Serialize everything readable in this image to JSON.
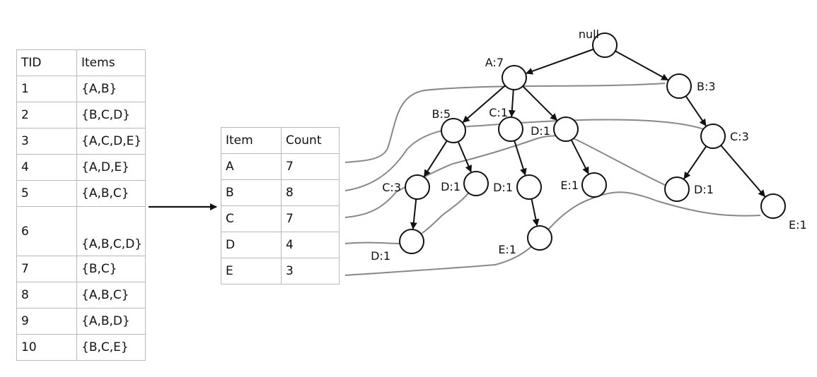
{
  "transactions": {
    "headers": [
      "TID",
      "Items"
    ],
    "rows": [
      [
        "1",
        "{A,B}"
      ],
      [
        "2",
        "{B,C,D}"
      ],
      [
        "3",
        "{A,C,D,E}"
      ],
      [
        "4",
        "{A,D,E}"
      ],
      [
        "5",
        "{A,B,C}"
      ],
      [
        "6",
        "{A,B,C,D}"
      ],
      [
        "7",
        "{B,C}"
      ],
      [
        "8",
        "{A,B,C}"
      ],
      [
        "9",
        "{A,B,D}"
      ],
      [
        "10",
        "{B,C,E}"
      ]
    ]
  },
  "item_counts": {
    "headers": [
      "Item",
      "Count"
    ],
    "rows": [
      [
        "A",
        "7"
      ],
      [
        "B",
        "8"
      ],
      [
        "C",
        "7"
      ],
      [
        "D",
        "4"
      ],
      [
        "E",
        "3"
      ]
    ]
  },
  "fp_tree": {
    "nodes": [
      {
        "id": "root",
        "label": "null"
      },
      {
        "id": "a",
        "label": "A:7"
      },
      {
        "id": "b1",
        "label": "B:3"
      },
      {
        "id": "b2",
        "label": "B:5"
      },
      {
        "id": "c1",
        "label": "C:1"
      },
      {
        "id": "d1",
        "label": "D:1"
      },
      {
        "id": "c2",
        "label": "C:3"
      },
      {
        "id": "c3",
        "label": "C:3"
      },
      {
        "id": "d2",
        "label": "D:1"
      },
      {
        "id": "d3",
        "label": "D:1"
      },
      {
        "id": "e1",
        "label": "E:1"
      },
      {
        "id": "d4",
        "label": "D:1"
      },
      {
        "id": "e2",
        "label": "E:1"
      },
      {
        "id": "d5",
        "label": "D:1"
      },
      {
        "id": "e3",
        "label": "E:1"
      }
    ],
    "edges": [
      [
        "root",
        "a"
      ],
      [
        "root",
        "b1"
      ],
      [
        "a",
        "b2"
      ],
      [
        "a",
        "c1"
      ],
      [
        "a",
        "d1"
      ],
      [
        "b1",
        "c2"
      ],
      [
        "b2",
        "c3"
      ],
      [
        "b2",
        "d2"
      ],
      [
        "c1",
        "d3"
      ],
      [
        "d1",
        "e1"
      ],
      [
        "c2",
        "d4"
      ],
      [
        "c2",
        "e2"
      ],
      [
        "c3",
        "d5"
      ],
      [
        "d3",
        "e3"
      ]
    ]
  }
}
